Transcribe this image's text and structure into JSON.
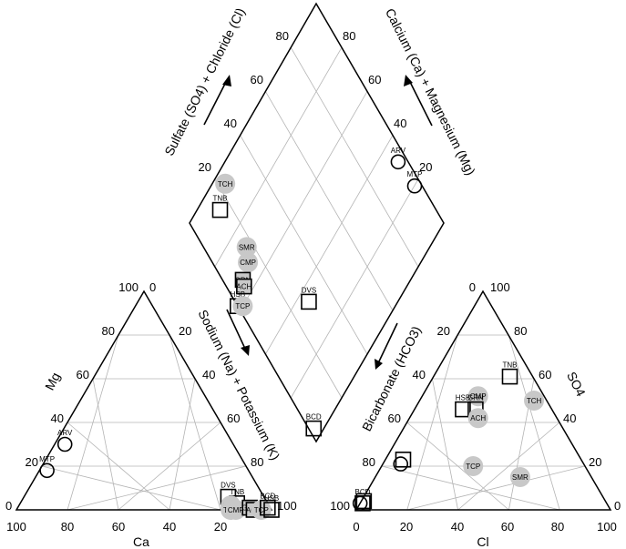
{
  "chart_data": {
    "type": "scatter",
    "subtype": "piper-diagram",
    "series_styles": {
      "open_circle": {
        "fill": "none",
        "stroke": "#000000"
      },
      "open_square": {
        "fill": "none",
        "stroke": "#000000"
      },
      "gray_circle": {
        "fill": "#c8c8c8",
        "stroke": "none"
      },
      "gray_square": {
        "fill": "#c8c8c8",
        "stroke": "#000000"
      }
    },
    "cation_triangle": {
      "axes": {
        "bottom": "Ca",
        "left": "Mg",
        "right": "Sodium (Na) + Potassium (K)"
      },
      "ticks": {
        "bottom": [
          "100",
          "80",
          "60",
          "40",
          "20"
        ],
        "left": [
          "20",
          "40",
          "60",
          "80",
          "100"
        ],
        "right": [
          "20",
          "40",
          "60",
          "80",
          "100"
        ],
        "apex": "0",
        "bottom_left_corner": "0"
      },
      "points": [
        {
          "label": "MTP",
          "style": "open_circle",
          "ca": 79,
          "mg": 18
        },
        {
          "label": "ARV",
          "style": "open_circle",
          "ca": 66,
          "mg": 30
        },
        {
          "label": "DVS",
          "style": "open_square",
          "ca": 14,
          "mg": 6
        },
        {
          "label": "TNB",
          "style": "open_square",
          "ca": 12,
          "mg": 3
        },
        {
          "label": "SMR",
          "style": "gray_circle",
          "ca": 15,
          "mg": 2
        },
        {
          "label": "TCH",
          "style": "gray_circle",
          "ca": 16,
          "mg": 0
        },
        {
          "label": "CMP",
          "style": "gray_circle",
          "ca": 14,
          "mg": 0
        },
        {
          "label": "GRN",
          "style": "gray_square",
          "ca": 8,
          "mg": 1
        },
        {
          "label": "ACH",
          "style": "gray_square",
          "ca": 7,
          "mg": 0
        },
        {
          "label": "TCP",
          "style": "gray_circle",
          "ca": 4,
          "mg": 0
        },
        {
          "label": "BCD",
          "style": "open_square",
          "ca": 1,
          "mg": 1
        },
        {
          "label": "HSB",
          "style": "open_square",
          "ca": 0,
          "mg": 0
        }
      ]
    },
    "anion_triangle": {
      "axes": {
        "bottom": "Cl",
        "left": "Bicarbonate (HCO3)",
        "right": "SO4"
      },
      "ticks": {
        "bottom": [
          "0",
          "20",
          "40",
          "60",
          "80",
          "100"
        ],
        "left": [
          "20",
          "40",
          "60",
          "80",
          "100"
        ],
        "right": [
          "20",
          "40",
          "60",
          "80"
        ],
        "apex_left": "0",
        "apex_right": "100",
        "bottom_right_corner": "0"
      },
      "points": [
        {
          "label": "TNB",
          "style": "open_square",
          "cl": 30,
          "so4": 61
        },
        {
          "label": "TCH",
          "style": "gray_circle",
          "cl": 45,
          "so4": 50
        },
        {
          "label": "CMP",
          "style": "gray_circle",
          "cl": 22,
          "so4": 52
        },
        {
          "label": "HSB",
          "style": "open_square",
          "cl": 19,
          "so4": 46
        },
        {
          "label": "GRN",
          "style": "open_square",
          "cl": 24,
          "so4": 46
        },
        {
          "label": "ACH",
          "style": "gray_circle",
          "cl": 27,
          "so4": 42
        },
        {
          "label": "TCP",
          "style": "gray_circle",
          "cl": 36,
          "so4": 20
        },
        {
          "label": "SMR",
          "style": "gray_circle",
          "cl": 57,
          "so4": 15
        },
        {
          "label": "open circle",
          "style": "open_circle",
          "cl": 7,
          "so4": 21
        },
        {
          "label": "open square",
          "style": "open_square",
          "cl": 7,
          "so4": 23
        },
        {
          "label": "open circle",
          "style": "open_circle",
          "cl": 0,
          "so4": 3
        },
        {
          "label": "open square",
          "style": "open_square",
          "cl": 1,
          "so4": 4
        },
        {
          "label": "BCD",
          "style": "open_square",
          "cl": 1,
          "so4": 3
        }
      ]
    },
    "diamond": {
      "axes": {
        "upper_left": "Sulfate (SO4) + Chloride (Cl)",
        "upper_right": "Calcium (Ca) + Magnesium (Mg)"
      },
      "ticks": {
        "upper_left": [
          "20",
          "40",
          "60",
          "80"
        ],
        "upper_right": [
          "20",
          "40",
          "60",
          "80"
        ]
      },
      "points": [
        {
          "label": "MTP",
          "style": "open_circle",
          "so4_cl": 20,
          "ca_mg": 97
        },
        {
          "label": "ARV",
          "style": "open_circle",
          "so4_cl": 32,
          "ca_mg": 96
        },
        {
          "label": "TCH",
          "style": "gray_circle",
          "so4_cl": 95,
          "ca_mg": 23
        },
        {
          "label": "TNB",
          "style": "open_square",
          "so4_cl": 91,
          "ca_mg": 15
        },
        {
          "label": "SMR",
          "style": "gray_circle",
          "so4_cl": 72,
          "ca_mg": 17
        },
        {
          "label": "CMP",
          "style": "gray_circle",
          "so4_cl": 68,
          "ca_mg": 14
        },
        {
          "label": "GRN",
          "style": "gray_square",
          "so4_cl": 66,
          "ca_mg": 8
        },
        {
          "label": "ACH",
          "style": "gray_square",
          "so4_cl": 64,
          "ca_mg": 7
        },
        {
          "label": "HSB",
          "style": "open_square",
          "so4_cl": 62,
          "ca_mg": 0
        },
        {
          "label": "TCP",
          "style": "gray_circle",
          "so4_cl": 60,
          "ca_mg": 2
        },
        {
          "label": "DVS",
          "style": "open_square",
          "so4_cl": 35,
          "ca_mg": 29
        },
        {
          "label": "BCD",
          "style": "open_square",
          "so4_cl": 4,
          "ca_mg": 2
        }
      ]
    }
  }
}
